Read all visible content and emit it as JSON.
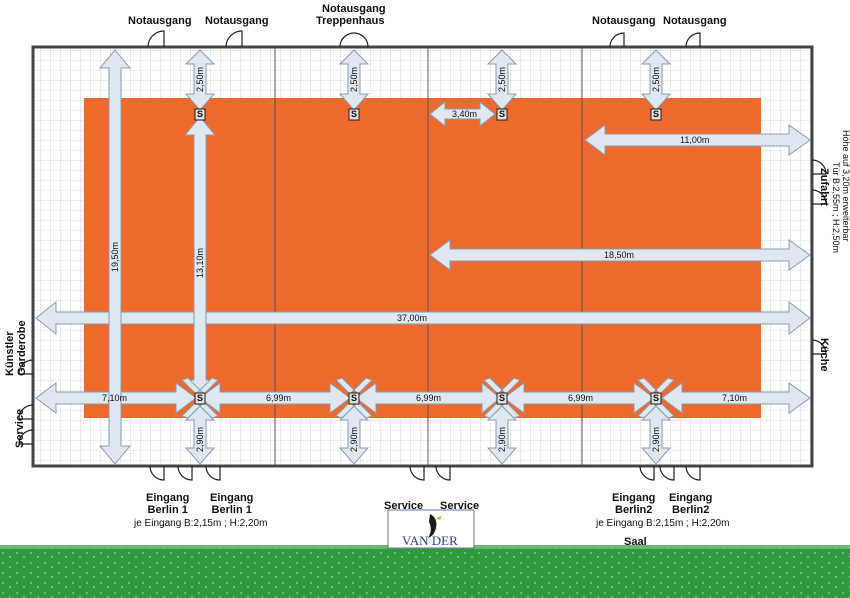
{
  "colors": {
    "floor": "#ee6a2c",
    "arrow": "#dfe7f1",
    "arrow_edge": "#8a9bb0",
    "grass": "#2e9b3a"
  },
  "exits_top": [
    "Notausgang",
    "Notausgang",
    "Notausgang",
    "Treppenhaus",
    "Notausgang",
    "Notausgang"
  ],
  "entrances": {
    "left": [
      "Eingang",
      "Berlin 1"
    ],
    "left2": [
      "Eingang",
      "Berlin 1"
    ],
    "right": [
      "Eingang",
      "Berlin2"
    ],
    "right2": [
      "Eingang",
      "Berlin2"
    ]
  },
  "entrance_note": "je Eingang B:2,15m ; H:2,20m",
  "service_bottom": [
    "Service",
    "Service"
  ],
  "left_side": {
    "garderobe": [
      "Künstler",
      "Garderobe"
    ],
    "service": "Service"
  },
  "right_side": {
    "zufahrt": "Zufahrt",
    "tuer": "Tür B:2,55m ; H:2,50m",
    "hoehe": "Höhe auf 3,20m erweiterbar",
    "kueche": "Küche"
  },
  "column_marker": "S",
  "dimensions": {
    "top_clear": "2,50m",
    "bottom_clear": "2,90m",
    "h_340": "3,40m",
    "h_1100": "11,00m",
    "h_1850": "18,50m",
    "h_3700": "37,00m",
    "v_1950": "19,50m",
    "v_1310": "13,10m",
    "bay_left": "7,10m",
    "bay_mid": "6,99m",
    "bay_right": "7,10m"
  },
  "logo_text": "VAN DER",
  "saal": "Saal"
}
